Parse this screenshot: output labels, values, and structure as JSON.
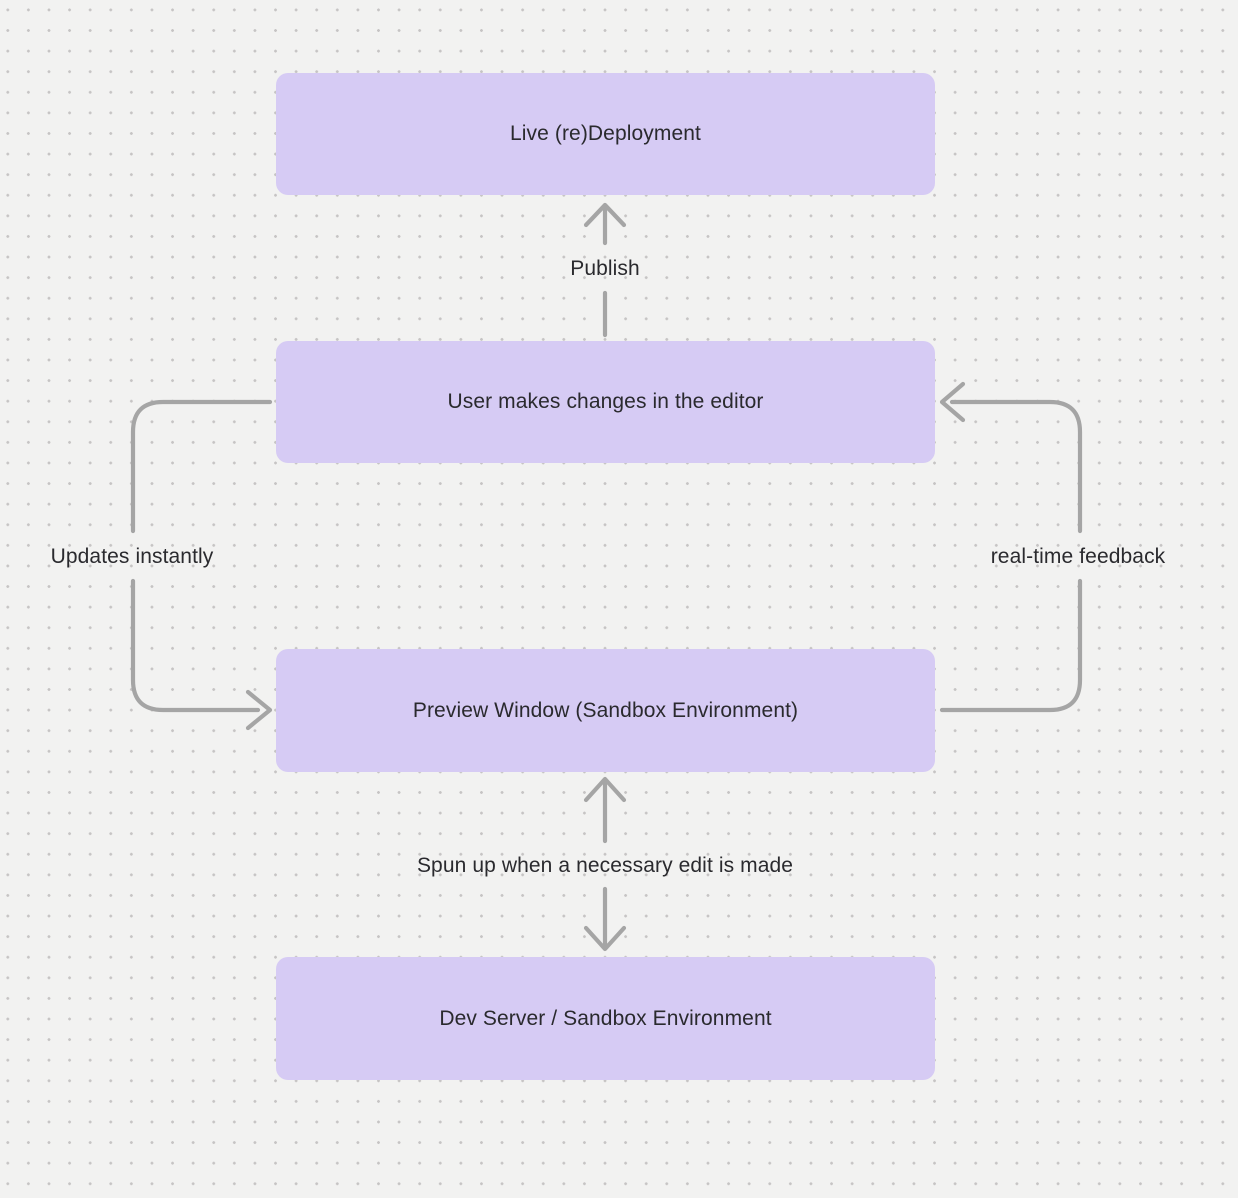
{
  "canvas": {
    "background_color": "#f2f2f1",
    "dot_color": "#c6c4c4"
  },
  "colors": {
    "node_fill": "#d6cbf4",
    "node_text": "#2a2a2e",
    "arrow_color": "#a5a5a5"
  },
  "nodes": [
    {
      "id": "live-redeployment",
      "label": "Live (re)Deployment"
    },
    {
      "id": "user-editor",
      "label": "User makes changes in the editor"
    },
    {
      "id": "preview-window",
      "label": "Preview Window (Sandbox Environment)"
    },
    {
      "id": "dev-server",
      "label": "Dev Server / Sandbox Environment"
    }
  ],
  "edges": [
    {
      "id": "publish",
      "label": "Publish",
      "from": "user-editor",
      "to": "live-redeployment",
      "direction": "up"
    },
    {
      "id": "updates-instantly",
      "label": "Updates instantly",
      "from": "user-editor",
      "to": "preview-window",
      "direction": "left-loop"
    },
    {
      "id": "real-time-feedback",
      "label": "real-time feedback",
      "from": "preview-window",
      "to": "user-editor",
      "direction": "right-loop"
    },
    {
      "id": "spun-up",
      "label": "Spun up when a necessary edit is made",
      "from": "preview-window",
      "to": "dev-server",
      "bidirectional": true
    }
  ]
}
